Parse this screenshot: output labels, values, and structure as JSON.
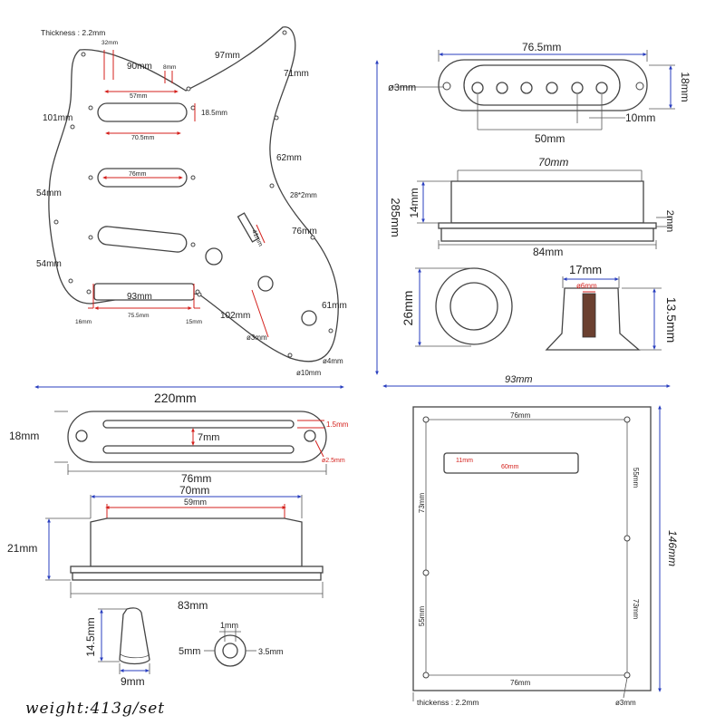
{
  "pickguard": {
    "thickness": "Thickness : 2.2mm",
    "d32": "32mm",
    "d90": "90mm",
    "d8": "8mm",
    "d97": "97mm",
    "d71": "71mm",
    "d57": "57mm",
    "d101": "101mm",
    "d18_5": "18.5mm",
    "d70_5": "70.5mm",
    "d62": "62mm",
    "d76": "76mm",
    "d54a": "54mm",
    "d28x2": "28*2mm",
    "d41": "41mm",
    "d76b": "76mm",
    "d54b": "54mm",
    "d93": "93mm",
    "d61": "61mm",
    "d16": "16mm",
    "d75_5": "75.5mm",
    "d15": "15mm",
    "d102": "102mm",
    "dia3": "ø3mm",
    "dia10": "ø10mm",
    "dia4": "ø4mm"
  },
  "height_285": "285mm",
  "single_coil": {
    "length": "76.5mm",
    "hole": "ø3mm",
    "height": "18mm",
    "pole": "10mm",
    "span": "50mm"
  },
  "single_side": {
    "top": "70mm",
    "height": "14mm",
    "base": "2mm",
    "length": "84mm"
  },
  "knob": {
    "diameter": "26mm",
    "width": "17mm",
    "shaft": "ø6mm",
    "height": "13.5mm"
  },
  "width_220": "220mm",
  "width_93": "93mm",
  "rail_top": {
    "height": "18mm",
    "slot_gap": "7mm",
    "slot_w": "1.5mm",
    "hole": "ø2.5mm",
    "length": "76mm"
  },
  "rail_side": {
    "top": "70mm",
    "inner": "59mm",
    "height": "21mm",
    "base": "83mm"
  },
  "switch_tip": {
    "height": "14.5mm",
    "width": "9mm"
  },
  "jack_washer": {
    "top": "1mm",
    "left": "5mm",
    "right": "3.5mm"
  },
  "back_plate": {
    "top": "76mm",
    "slot_h": "11mm",
    "slot_w": "60mm",
    "right_top": "55mm",
    "left_upper": "73mm",
    "right_lower": "73mm",
    "left_lower": "55mm",
    "bottom": "76mm",
    "height": "146mm",
    "thickness": "thickenss : 2.2mm",
    "hole": "ø3mm"
  },
  "weight": "weight:413g/set"
}
